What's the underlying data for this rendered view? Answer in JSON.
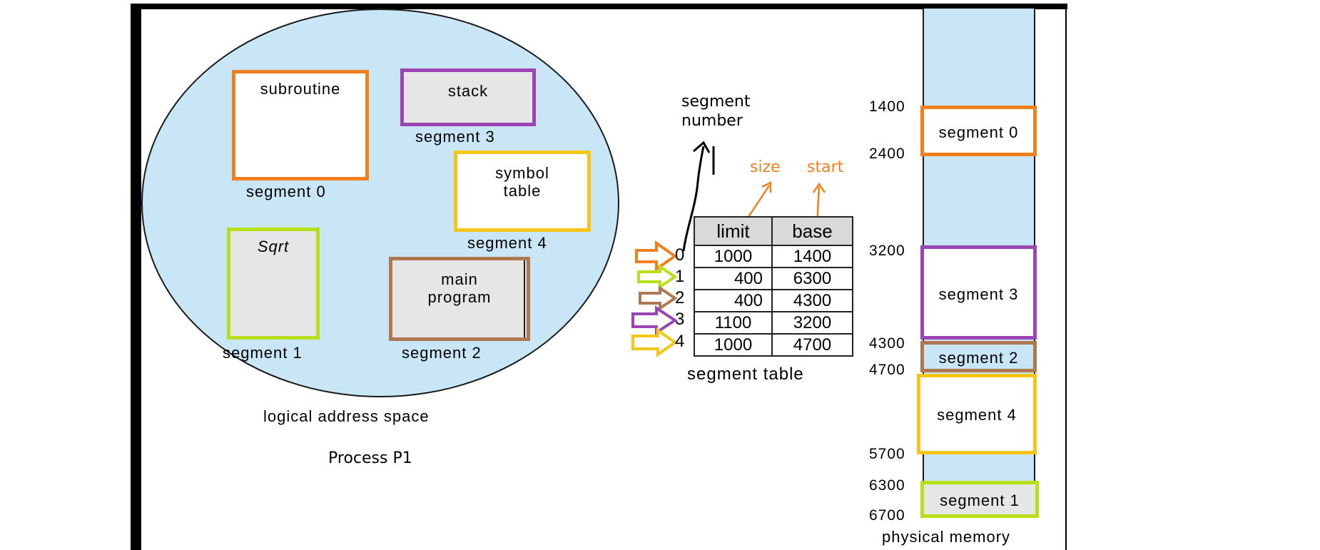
{
  "colors": {
    "segment0": "#f0801e",
    "segment1": "#b7e01a",
    "segment2": "#b07850",
    "segment3": "#9c44b4",
    "segment4": "#f5c518",
    "blob_fill": "#c8e6f6",
    "grey_fill": "#e6e6e6"
  },
  "logical": {
    "caption": "logical address space",
    "process": "Process P1",
    "subroutine": "subroutine",
    "stack": "stack",
    "symbol_line1": "symbol",
    "symbol_line2": "table",
    "sqrt": "Sqrt",
    "main_line1": "main",
    "main_line2": "program",
    "label_seg0": "segment 0",
    "label_seg1": "segment 1",
    "label_seg2": "segment 2",
    "label_seg3": "segment 3",
    "label_seg4": "segment 4"
  },
  "annotations": {
    "segment_number_line1": "segment",
    "segment_number_line2": "number",
    "size": "size",
    "start": "start"
  },
  "segment_table": {
    "caption": "segment table",
    "headers": [
      "limit",
      "base"
    ],
    "rows": [
      {
        "index": "0",
        "limit": "1000",
        "base": "1400"
      },
      {
        "index": "1",
        "limit": "400",
        "base": "6300"
      },
      {
        "index": "2",
        "limit": "400",
        "base": "4300"
      },
      {
        "index": "3",
        "limit": "1100",
        "base": "3200"
      },
      {
        "index": "4",
        "limit": "1000",
        "base": "4700"
      }
    ]
  },
  "physical": {
    "caption": "physical memory",
    "addresses": [
      "1400",
      "2400",
      "3200",
      "4300",
      "4700",
      "5700",
      "6300",
      "6700"
    ],
    "seg0": "segment 0",
    "seg3": "segment 3",
    "seg2": "segment 2",
    "seg4": "segment 4",
    "seg1": "segment 1"
  }
}
